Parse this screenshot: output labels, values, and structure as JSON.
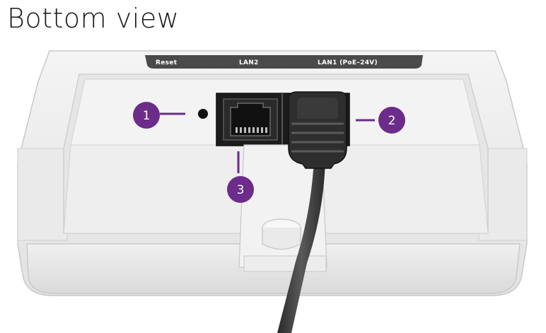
{
  "title": "Bottom view",
  "device": {
    "port_labels": {
      "reset": "Reset",
      "lan2": "LAN2",
      "lan1": "LAN1 (PoE–24V)"
    }
  },
  "callouts": [
    {
      "number": "1",
      "target": "reset-button"
    },
    {
      "number": "2",
      "target": "lan1-poe-port"
    },
    {
      "number": "3",
      "target": "lan2-port"
    }
  ],
  "colors": {
    "callout": "#6b2c8a",
    "cable": "#3a3a3a",
    "port_panel": "#1c1c1c",
    "label_strip": "#4a4a4a",
    "housing": "#ececec"
  }
}
